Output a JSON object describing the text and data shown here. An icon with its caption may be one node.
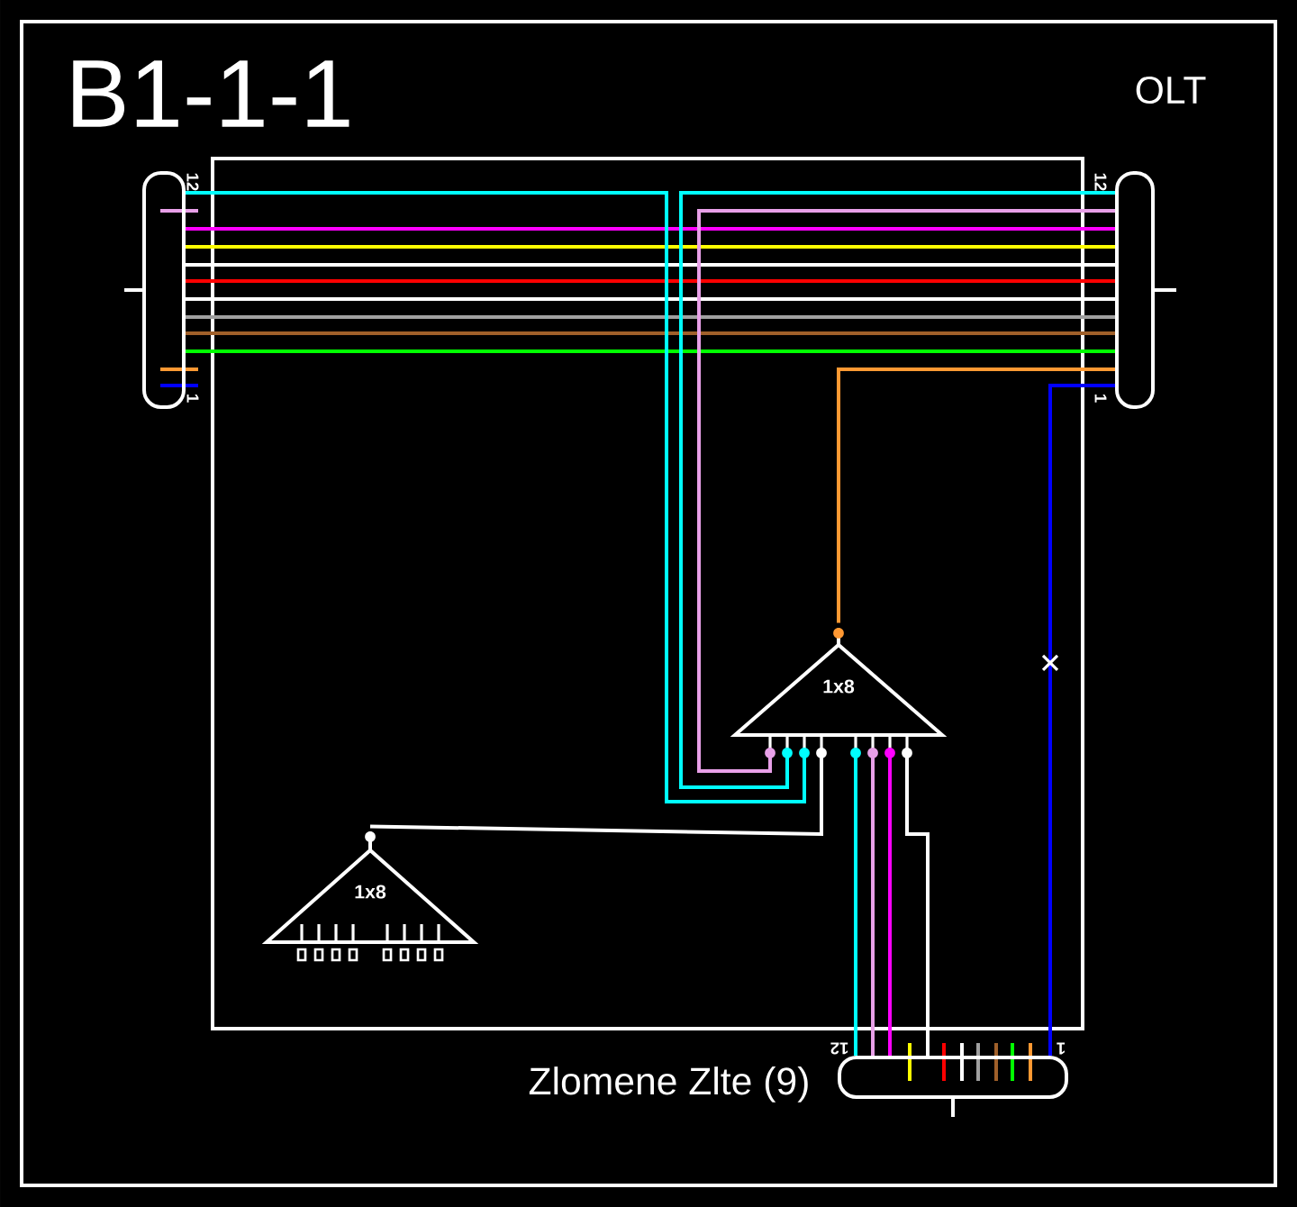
{
  "diagram": {
    "title": "B1-1-1",
    "nodes": [
      {
        "text": [],
        "shape": "box",
        "beside": [
          "12",
          "1"
        ]
      },
      {
        "text": [],
        "shape": "box",
        "beside": [
          "12",
          "1"
        ]
      },
      {
        "text": [
          "1x8"
        ]
      },
      {
        "text": [
          "1x8"
        ]
      },
      {
        "text": [],
        "shape": "box",
        "beside": [
          "Zlomene Zlte (9)",
          "12",
          "1"
        ]
      }
    ],
    "edges": [
      {
        "from": 0,
        "to": 1,
        "arrow": "none",
        "color": "#ff00ff"
      },
      {
        "from": 0,
        "to": 1,
        "arrow": "none",
        "color": "#ffff00"
      },
      {
        "from": 0,
        "to": 1,
        "arrow": "none",
        "color": "#ffffff"
      },
      {
        "from": 0,
        "to": 1,
        "arrow": "none",
        "color": "#ff0000"
      },
      {
        "from": 0,
        "to": 1,
        "arrow": "none",
        "color": "#ffffff"
      },
      {
        "from": 0,
        "to": 1,
        "arrow": "none",
        "color": "#a0a0a0"
      },
      {
        "from": 0,
        "to": 1,
        "arrow": "none",
        "color": "#a0602a"
      },
      {
        "from": 0,
        "to": 1,
        "arrow": "none",
        "color": "#00ff00"
      },
      {
        "from": 0,
        "to": 2,
        "arrow": "none",
        "color": "#00ffff"
      },
      {
        "from": 1,
        "to": 2,
        "arrow": "none",
        "color": "#00ffff"
      },
      {
        "from": 1,
        "to": 2,
        "arrow": "none",
        "color": "#e8a0e8"
      },
      {
        "from": 1,
        "to": 2,
        "arrow": "none",
        "color": "#ff9933"
      },
      {
        "from": 1,
        "to": 4,
        "arrow": "none",
        "color": "#0000ff"
      },
      {
        "from": 2,
        "to": 3,
        "arrow": "none",
        "color": "#ffffff"
      },
      {
        "from": 2,
        "to": 4,
        "arrow": "none",
        "color": "#00ffff"
      },
      {
        "from": 2,
        "to": 4,
        "arrow": "none",
        "color": "#e8a0e8"
      },
      {
        "from": 2,
        "to": 4,
        "arrow": "none",
        "color": "#ff00ff"
      },
      {
        "from": 2,
        "to": 4,
        "arrow": "none",
        "color": "#ffffff"
      }
    ],
    "labels": [
      "OLT"
    ]
  }
}
